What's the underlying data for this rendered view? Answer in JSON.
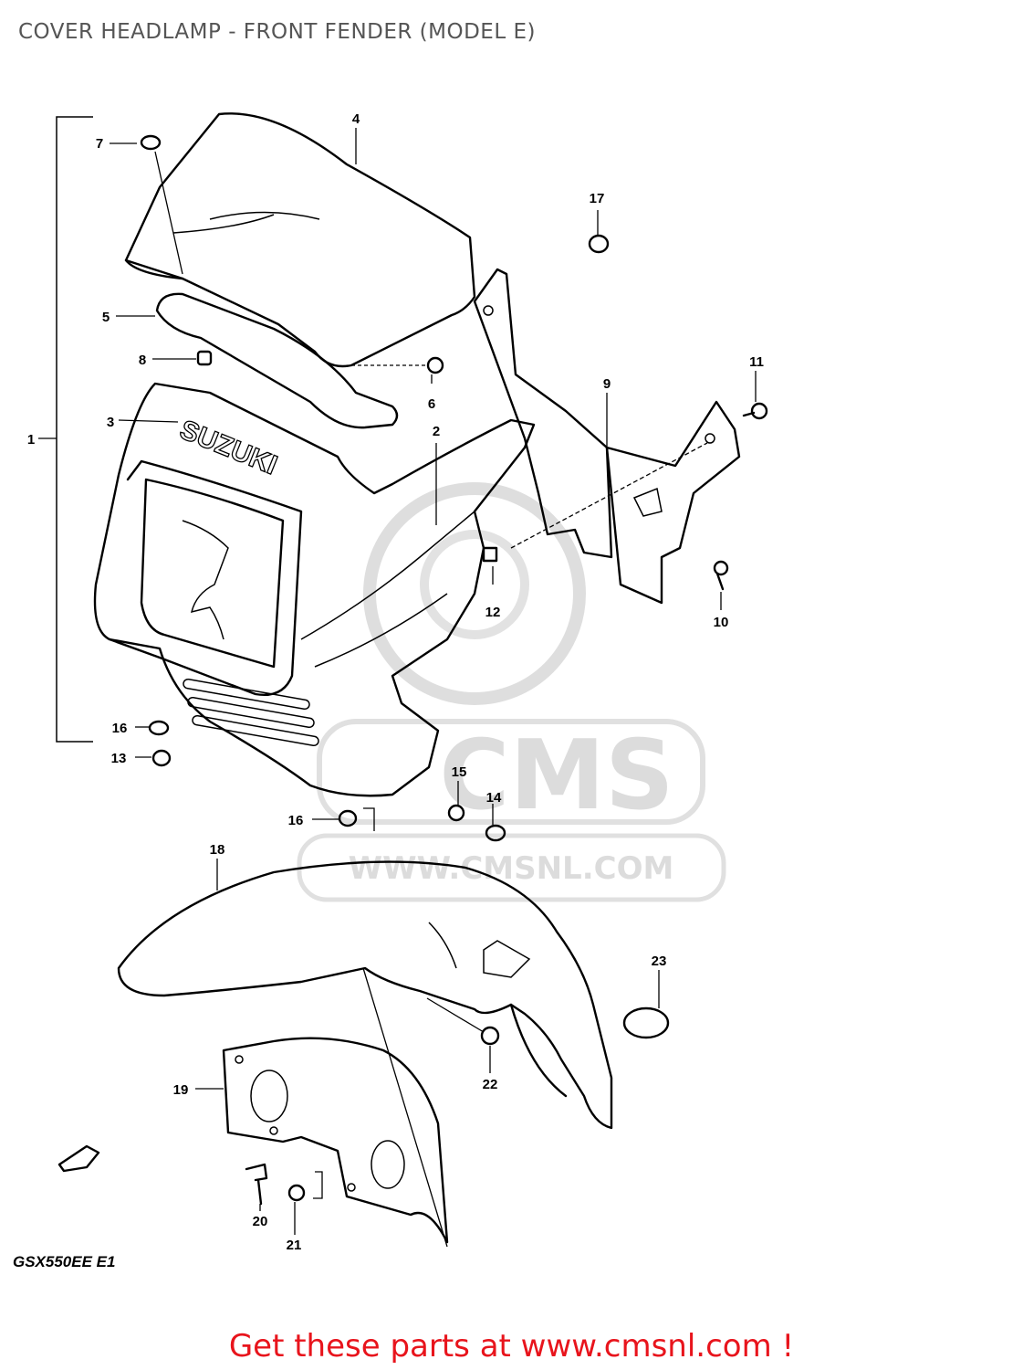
{
  "title": "COVER HEADLAMP - FRONT FENDER (MODEL E)",
  "brand_lettering": "SUZUKI",
  "watermark": {
    "brand": "CMS",
    "url": "WWW.CMSNL.COM"
  },
  "model_code": "GSX550EE E1",
  "footer": "Get these parts at www.cmsnl.com !",
  "colors": {
    "footer_text": "#e8141c",
    "title_text": "#555555",
    "watermark": "#dcdcdc"
  },
  "callouts": {
    "c1": "1",
    "c2": "2",
    "c3": "3",
    "c4": "4",
    "c5": "5",
    "c6": "6",
    "c7": "7",
    "c8": "8",
    "c9": "9",
    "c10": "10",
    "c11": "11",
    "c12": "12",
    "c13": "13",
    "c14": "14",
    "c15": "15",
    "c16a": "16",
    "c16b": "16",
    "c17": "17",
    "c18": "18",
    "c19": "19",
    "c20": "20",
    "c21": "21",
    "c22": "22",
    "c23": "23"
  }
}
